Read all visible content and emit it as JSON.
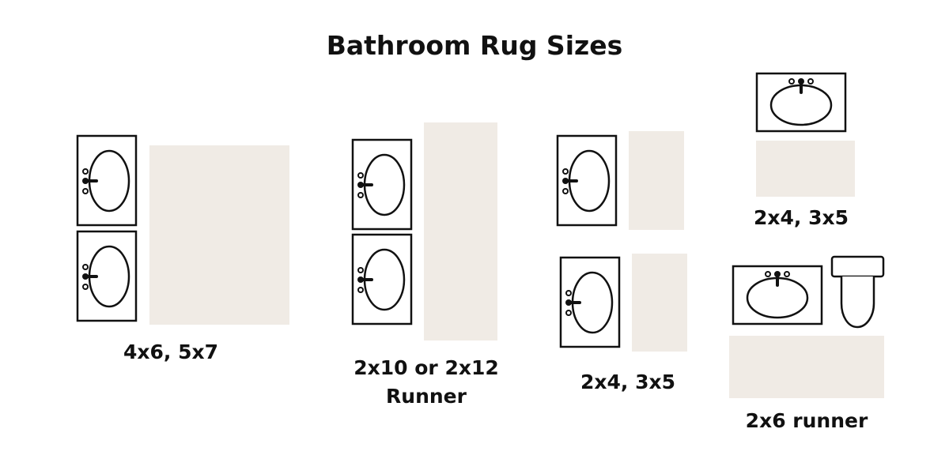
{
  "title": "Bathroom Rug Sizes",
  "colors": {
    "rug": "#f0ebe5",
    "ink": "#111111",
    "background": "#ffffff"
  },
  "labels": {
    "double_vanity": "4x6, 5x7",
    "double_vanity_runner_line1": "2x10 or 2x12",
    "double_vanity_runner_line2": "Runner",
    "stacked_vanity": "2x4, 3x5",
    "single_vanity": "2x4, 3x5",
    "vanity_toilet": "2x6 runner"
  }
}
